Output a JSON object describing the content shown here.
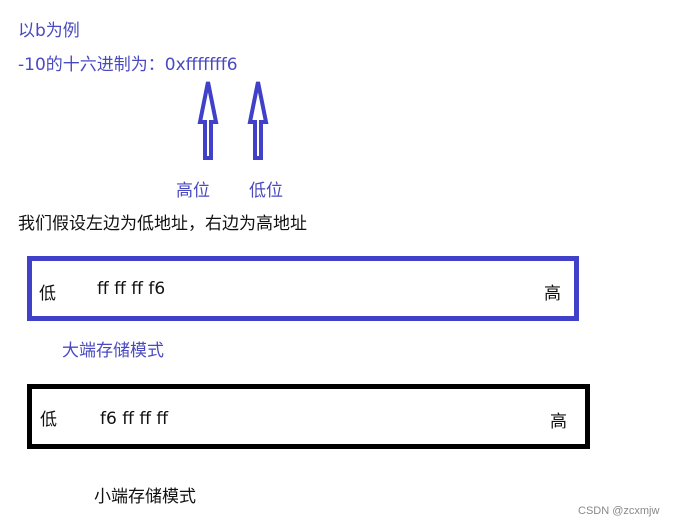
{
  "heading": {
    "example": "以b为例",
    "hex_line": "-10的十六进制为：0xfffffff6"
  },
  "arrows": {
    "high_label": "高位",
    "low_label": "低位",
    "color": "#4040c8",
    "icon": "up-arrow-icon"
  },
  "assumption": "我们假设左边为低地址，右边为高地址",
  "big_endian": {
    "low_label": "低",
    "bytes": "ff ff ff f6",
    "high_label": "高",
    "caption": "大端存储模式",
    "border_color": "#4040c8"
  },
  "little_endian": {
    "low_label": "低",
    "bytes": "f6 ff ff ff",
    "high_label": "高",
    "caption": "小端存储模式",
    "border_color": "#000000"
  },
  "watermark": "CSDN @zcxmjw"
}
